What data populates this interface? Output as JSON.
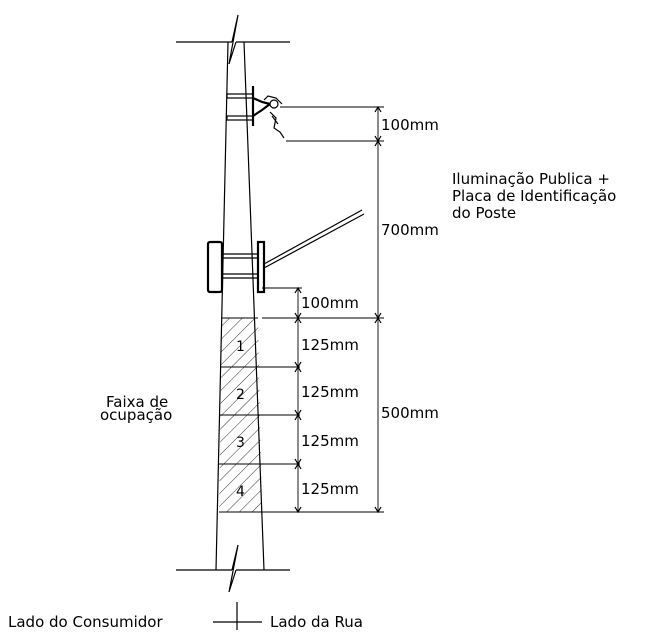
{
  "diagram": {
    "dimensions": {
      "top_gap": "100mm",
      "lighting_span": "700mm",
      "lower_gap": "100mm",
      "band1": "125mm",
      "band2": "125mm",
      "band3": "125mm",
      "band4": "125mm",
      "occupation_total": "500mm"
    },
    "note_lines": [
      "Iluminação Publica +",
      "Placa de Identificação",
      "do Poste"
    ],
    "occupation_label_lines": [
      "Faixa de",
      "ocupação"
    ],
    "zone_numbers": [
      "1",
      "2",
      "3",
      "4"
    ],
    "bottom_left_label": "Lado do Consumidor",
    "bottom_right_label": "Lado da Rua"
  }
}
